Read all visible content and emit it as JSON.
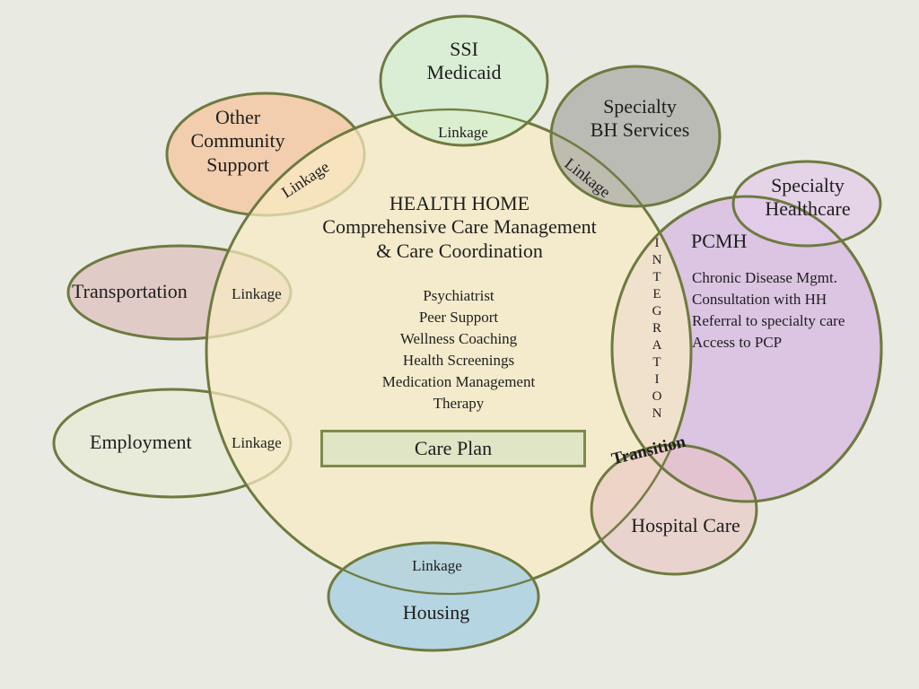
{
  "center": {
    "title_line1": "HEALTH HOME",
    "title_line2": "Comprehensive Care Management",
    "title_line3": "& Care Coordination",
    "services": [
      "Psychiatrist",
      "Peer Support",
      "Wellness Coaching",
      "Health Screenings",
      "Medication Management",
      "Therapy"
    ],
    "care_plan": "Care Plan"
  },
  "nodes": {
    "ssi": {
      "line1": "SSI",
      "line2": "Medicaid",
      "link": "Linkage"
    },
    "specialty_bh": {
      "line1": "Specialty",
      "line2": "BH Services",
      "link": "Linkage"
    },
    "other_community": {
      "line1": "Other",
      "line2": "Community",
      "line3": "Support",
      "link": "Linkage"
    },
    "transportation": {
      "label": "Transportation",
      "link": "Linkage"
    },
    "employment": {
      "label": "Employment",
      "link": "Linkage"
    },
    "housing": {
      "label": "Housing",
      "link": "Linkage"
    },
    "specialty_healthcare": {
      "line1": "Specialty",
      "line2": "Healthcare"
    },
    "pcmh": {
      "title": "PCMH",
      "items": [
        "Chronic Disease Mgmt.",
        "Consultation with HH",
        "Referral to specialty care",
        "Access to PCP"
      ]
    },
    "hospital": {
      "label": "Hospital Care"
    }
  },
  "integration_letters": [
    "I",
    "N",
    "T",
    "E",
    "G",
    "R",
    "A",
    "T",
    "I",
    "O",
    "N"
  ],
  "transition_label": "Transition",
  "colors": {
    "center_fill": "#f8ebc3",
    "stroke": "#6e7a3f",
    "ssi_fill": "#d3efcf",
    "bh_fill": "#a6a6a3",
    "other_fill": "#f3c9a4",
    "transport_fill": "#dfc5c2",
    "employment_fill": "#e8ead8",
    "housing_fill": "#a9cfe2",
    "specialty_hc_fill": "#e3cdea",
    "pcmh_fill": "#d9bde3",
    "hospital_fill": "#e9c3c3"
  }
}
